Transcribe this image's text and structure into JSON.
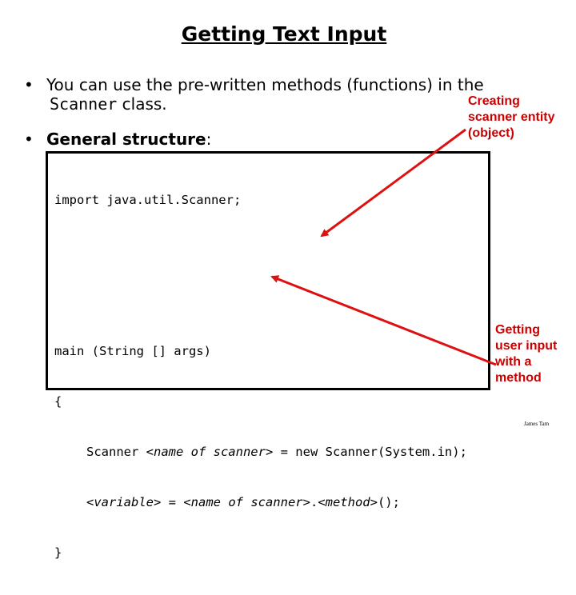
{
  "slide": {
    "title": "Getting Text Input"
  },
  "bullets": [
    {
      "line1": "You can use the pre-written methods (functions) in the",
      "line2_code": "Scanner",
      "line2_rest": " class."
    },
    {
      "label": "General structure",
      "suffix": ":"
    }
  ],
  "code_lines": {
    "line1": "import java.util.Scanner;",
    "line2": "main (String [] args)",
    "line3": "{",
    "line4_a": "Scanner ",
    "line4_b": "<name of scanner>",
    "line4_c": " = new Scanner(System.in);",
    "line5_a": "<variable>",
    "line5_b": " = ",
    "line5_c": "<name of scanner>",
    "line5_d": ".",
    "line5_e": "<method>",
    "line5_f": "();",
    "line6": "}"
  },
  "annotations": {
    "creating": {
      "line1": "Creating",
      "line2": "scanner entity",
      "line3": "(object)"
    },
    "getting": {
      "line1": "Getting",
      "line2": "user input",
      "line3": "with a",
      "line4": "method"
    }
  },
  "footer": {
    "author": "James Tam"
  },
  "colors": {
    "annotation": "#cc0000",
    "arrow": "#dd1111"
  }
}
